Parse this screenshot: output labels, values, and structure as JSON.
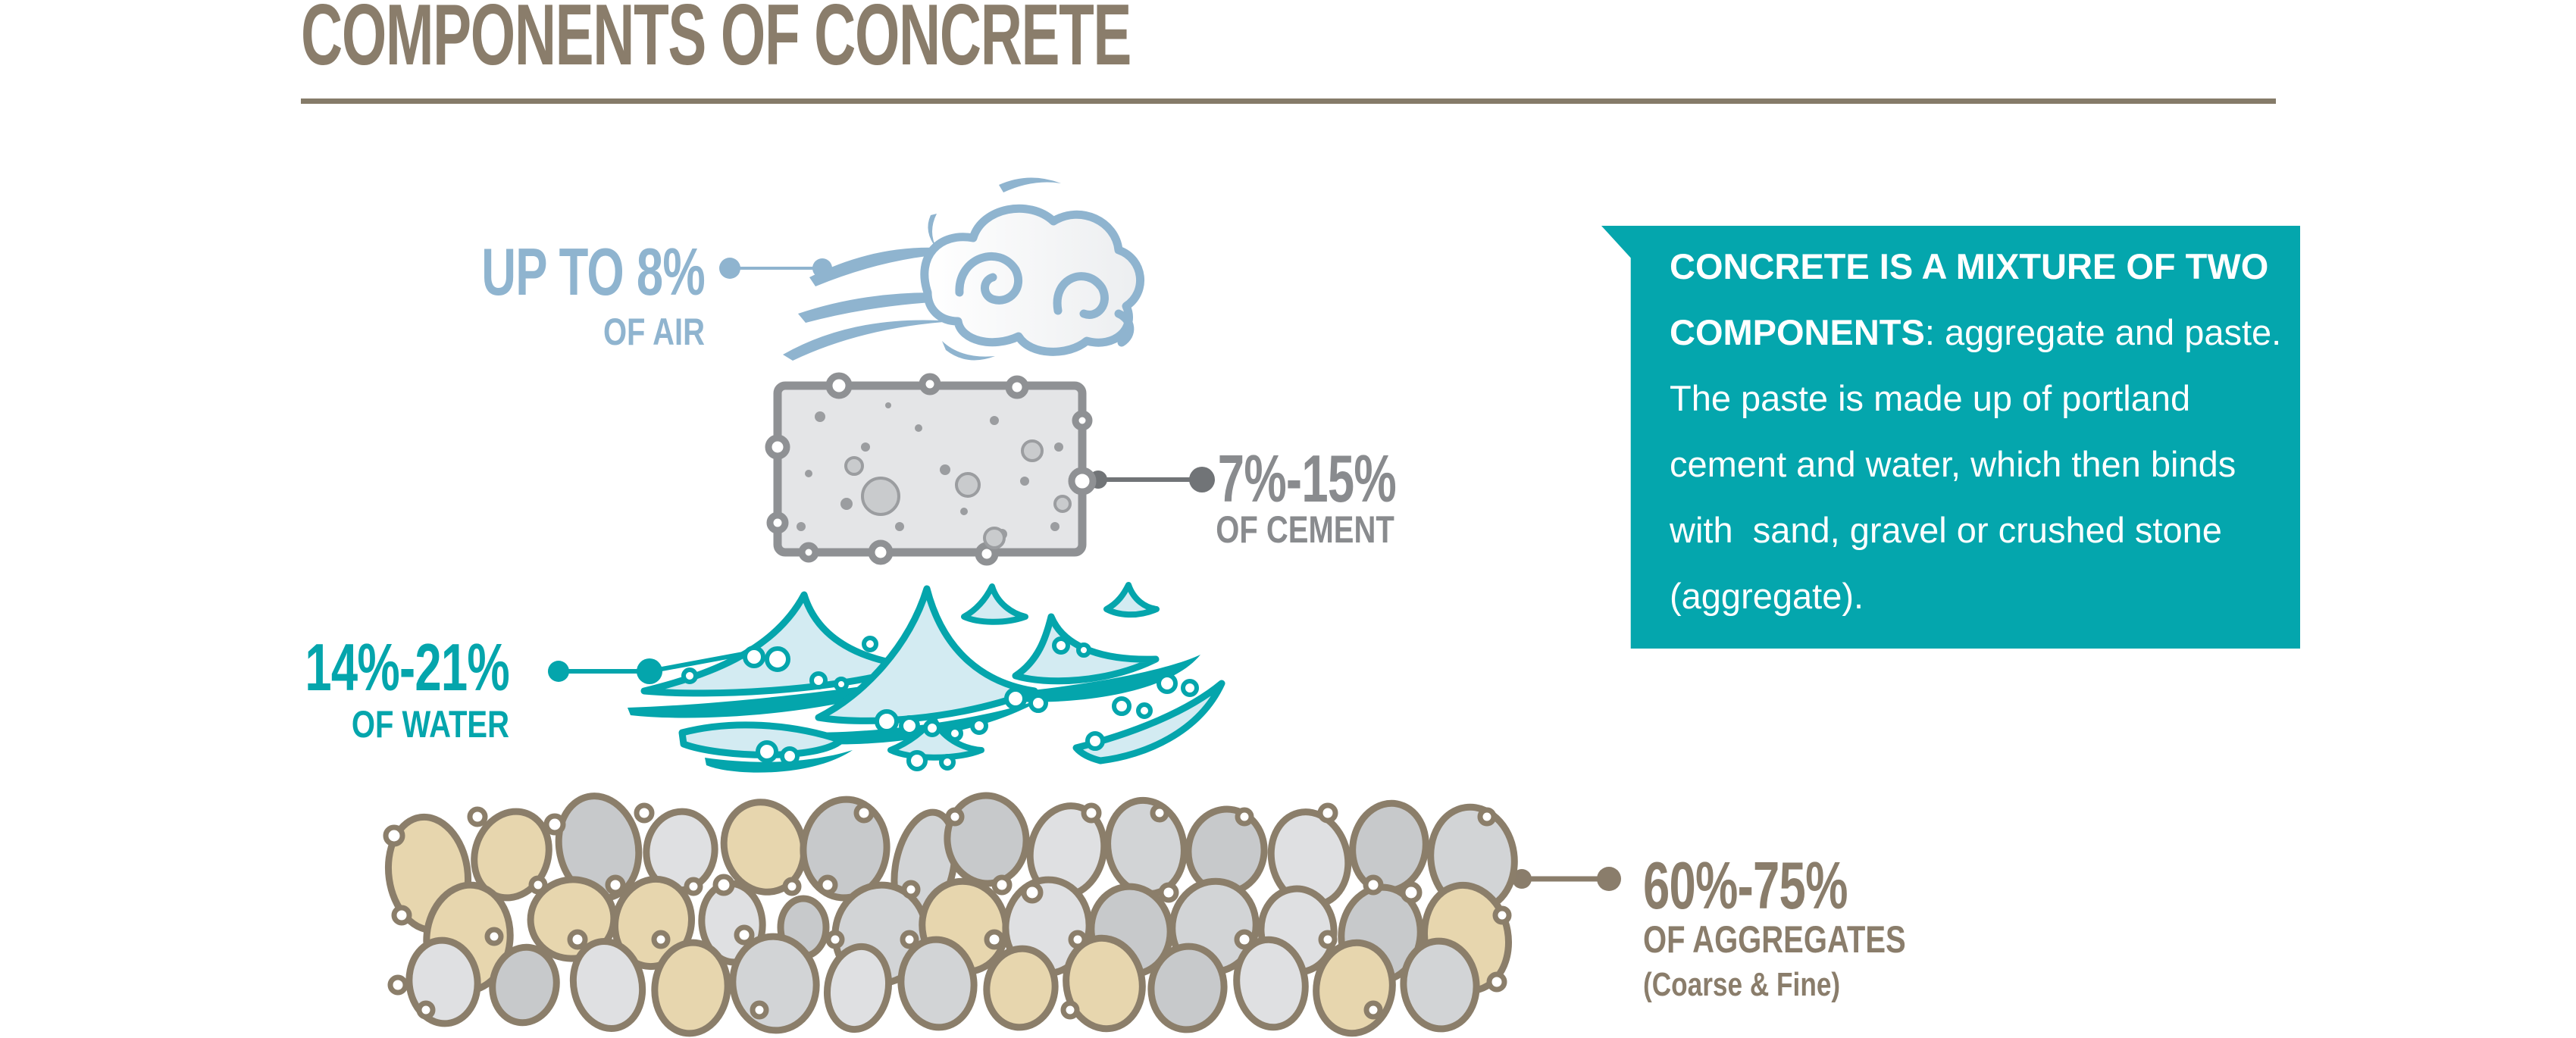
{
  "page_title": "COMPONENTS OF CONCRETE",
  "colors": {
    "taupe_brown": "#8a7d6b",
    "teal": "#04a6ad",
    "air_blue": "#8fb4cf",
    "cement_gray": "#898b8e",
    "sand_tan": "#e7d6ae"
  },
  "components": {
    "air": {
      "percent": "UP TO 8%",
      "label": "OF AIR"
    },
    "cement": {
      "percent": "7%-15%",
      "label": "OF CEMENT"
    },
    "water": {
      "percent": "14%-21%",
      "label": "OF WATER"
    },
    "aggregates": {
      "percent": "60%-75%",
      "label": "OF AGGREGATES",
      "sublabel": "(Coarse & Fine)"
    }
  },
  "info_box": {
    "line1_bold": "CONCRETE IS A MIXTURE OF TWO",
    "line2_bold": "COMPONENTS",
    "line2_rest": ": aggregate and paste.",
    "line3": "The paste is made up of portland",
    "line4": "cement and water, which then binds",
    "line5": "with  sand, gravel or crushed stone",
    "line6": "(aggregate)."
  }
}
